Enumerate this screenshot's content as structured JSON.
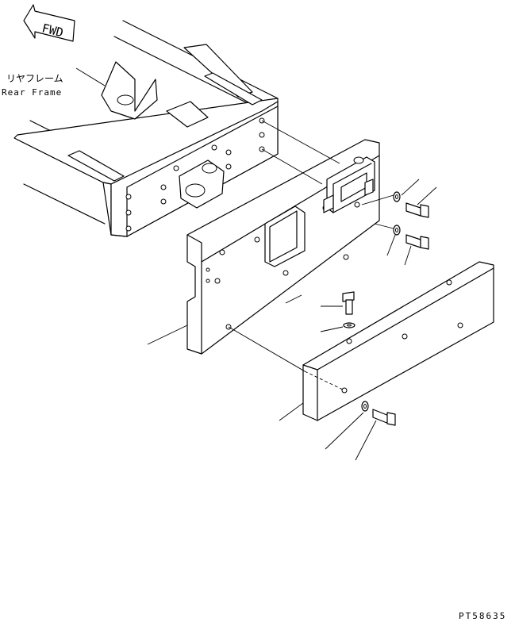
{
  "labels": {
    "fwd": "FWD",
    "rear_frame_jp": "リヤフレーム",
    "rear_frame_en": "Rear Frame",
    "drawing_code": "PT58635"
  },
  "parts": [
    "fwd-arrow-icon",
    "rear-frame",
    "mounting-bracket",
    "counterweight-plate",
    "counterweight",
    "bolt",
    "washer"
  ]
}
